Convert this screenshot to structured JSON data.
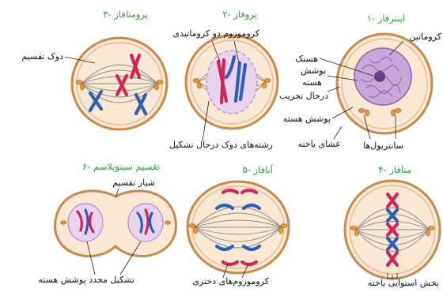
{
  "stages": {
    "interphase": "۱- اینترفاز",
    "prophase": "۲- پروفاز",
    "prometaphase": "۳- پرومتافاز",
    "metaphase": "۴- متافاز",
    "anaphase": "۵- آنافاز",
    "cytokinesis": "۶- تقسیم سیتوپلاسم"
  },
  "labels": {
    "chromatin": "کروماتین",
    "nucleolus": "هستک",
    "envelope_degrading_1": "پوشش",
    "envelope_degrading_2": "هسته",
    "envelope_degrading_3": "درحال تخریب",
    "nuclear_envelope": "پوشش هسته",
    "cell_membrane": "غشای یاخته",
    "centrioles": "سانتریول‌ها",
    "two_chromatid_chromosome": "کروموزوم دو کروماتیدی",
    "forming_spindle": "رشته‌های دوک درحال تشکیل",
    "spindle": "دوک تقسیم",
    "cleavage_furrow": "شیار تقسیم",
    "envelope_reformation": "تشکیل مجدد پوشش هسته",
    "daughter_chromosomes": "کروموزوم‌های دختری",
    "cell_equator": "بخش استوایی یاخته"
  },
  "colors": {
    "title_green": "#2e9b3a",
    "chromatid_red": "#d0245a",
    "chromatid_blue": "#2f5fb3",
    "cell_border": "#c88a4a",
    "centriole": "#e49a3b"
  }
}
